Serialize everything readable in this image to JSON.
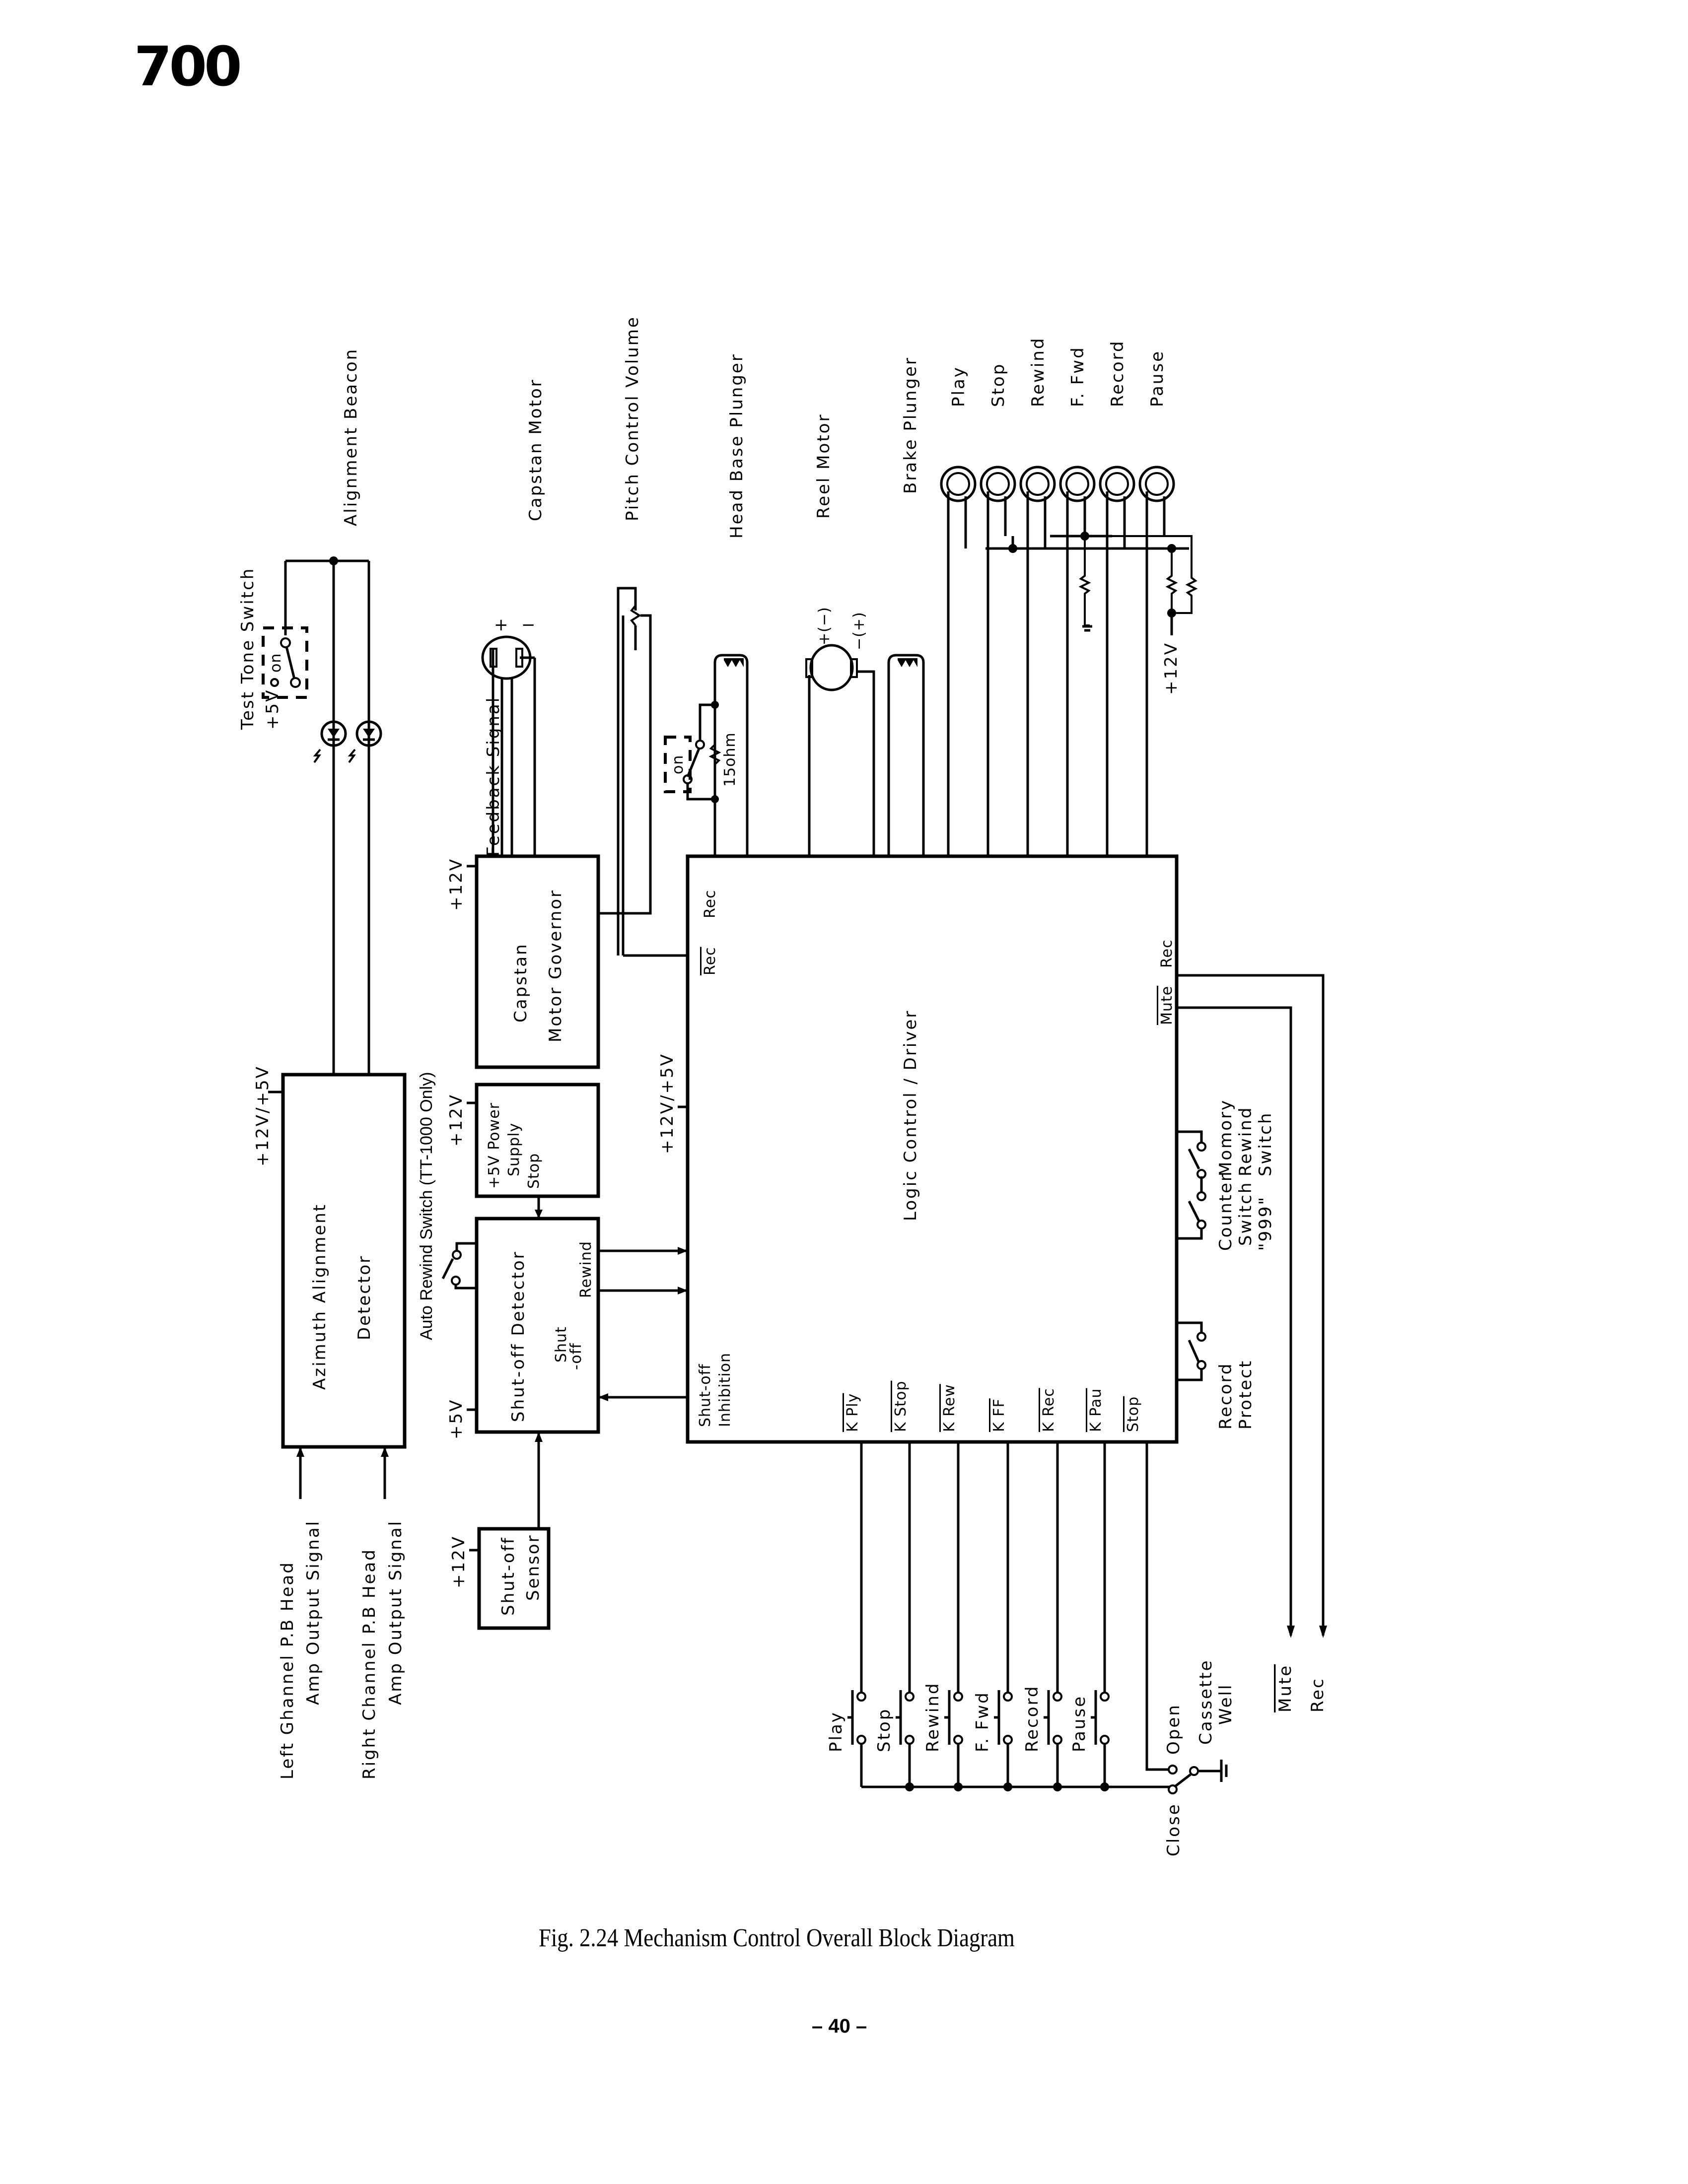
{
  "page": {
    "header_number": "700",
    "caption": "Fig. 2.24 Mechanism Control Overall Block Diagram",
    "footer": "– 40 –"
  },
  "blocks": {
    "azimuth": {
      "line1": "Azimuth Alignment",
      "line2": "Detector",
      "supply": "+12V/+5V"
    },
    "capstan_governor": {
      "line1": "Capstan",
      "line2": "Motor Governor",
      "supply": "+12V"
    },
    "power_supply_stop": {
      "line1": "+5V Power",
      "line2": "Supply",
      "line3": "Stop",
      "supply": "+12V"
    },
    "shutoff_detector": {
      "title": "Shut-off Detector",
      "out1a": "Shut",
      "out1b": "-off",
      "out2": "Rewind",
      "supply": "+5V"
    },
    "shutoff_sensor": {
      "line1": "Shut-off",
      "line2": "Sensor",
      "supply": "+12V"
    },
    "logic": {
      "title": "Logic Control / Driver",
      "supply": "+12V/+5V",
      "pin_rec_bar": "Rec",
      "pin_rec": "Rec",
      "pin_mute_bar": "Mute",
      "pin_mute_rec": "Rec",
      "pin_shutoff_line1": "Shut-off",
      "pin_shutoff_line2": "Inhibition",
      "key_pins": [
        "K Ply",
        "K Stop",
        "K Rew",
        "K FF",
        "K Rec",
        "K Pau",
        "Stop"
      ]
    }
  },
  "labels": {
    "test_tone_switch": "Test Tone Switch",
    "test_tone_supply": "+5V",
    "switch_on": "on",
    "alignment_beacon": "Alignment Beacon",
    "capstan_motor": "Capstan Motor",
    "pitch_control": "Pitch Control Volume",
    "head_base_plunger": "Head Base Plunger",
    "reel_motor": "Reel Motor",
    "reel_motor_pol_a": "+(−)",
    "reel_motor_pol_b": "−(+)",
    "capstan_plus": "+",
    "capstan_minus": "−",
    "brake_plunger": "Brake Plunger",
    "feedback_signal": "Feedback Signal",
    "resistor_15ohm": "15ohm",
    "auto_rewind_switch": "Auto Rewind Switch (TT-1000 Only)",
    "left_channel_line1": "Left Ghannel P.B Head",
    "left_channel_line2": "Amp Output Signal",
    "right_channel_line1": "Right Channel P.B Head",
    "right_channel_line2": "Amp Output Signal",
    "record_protect_1": "Record",
    "record_protect_2": "Protect",
    "counter_switch_1": "Counter",
    "counter_switch_2": "Switch",
    "counter_switch_3": "\"999\"",
    "memory_rewind_1": "Momory",
    "memory_rewind_2": "Rewind",
    "memory_rewind_3": "Switch",
    "out_mute": "Mute",
    "out_rec": "Rec",
    "lamp_supply": "+12V",
    "cassette_well_1": "Cassette",
    "cassette_well_2": "Well",
    "cassette_open": "Open",
    "cassette_close": "Close"
  },
  "indicator_lamps": [
    "Play",
    "Stop",
    "Rewind",
    "F. Fwd",
    "Record",
    "Pause"
  ],
  "key_switches": [
    "Play",
    "Stop",
    "Rewind",
    "F. Fwd",
    "Record",
    "Pause"
  ]
}
